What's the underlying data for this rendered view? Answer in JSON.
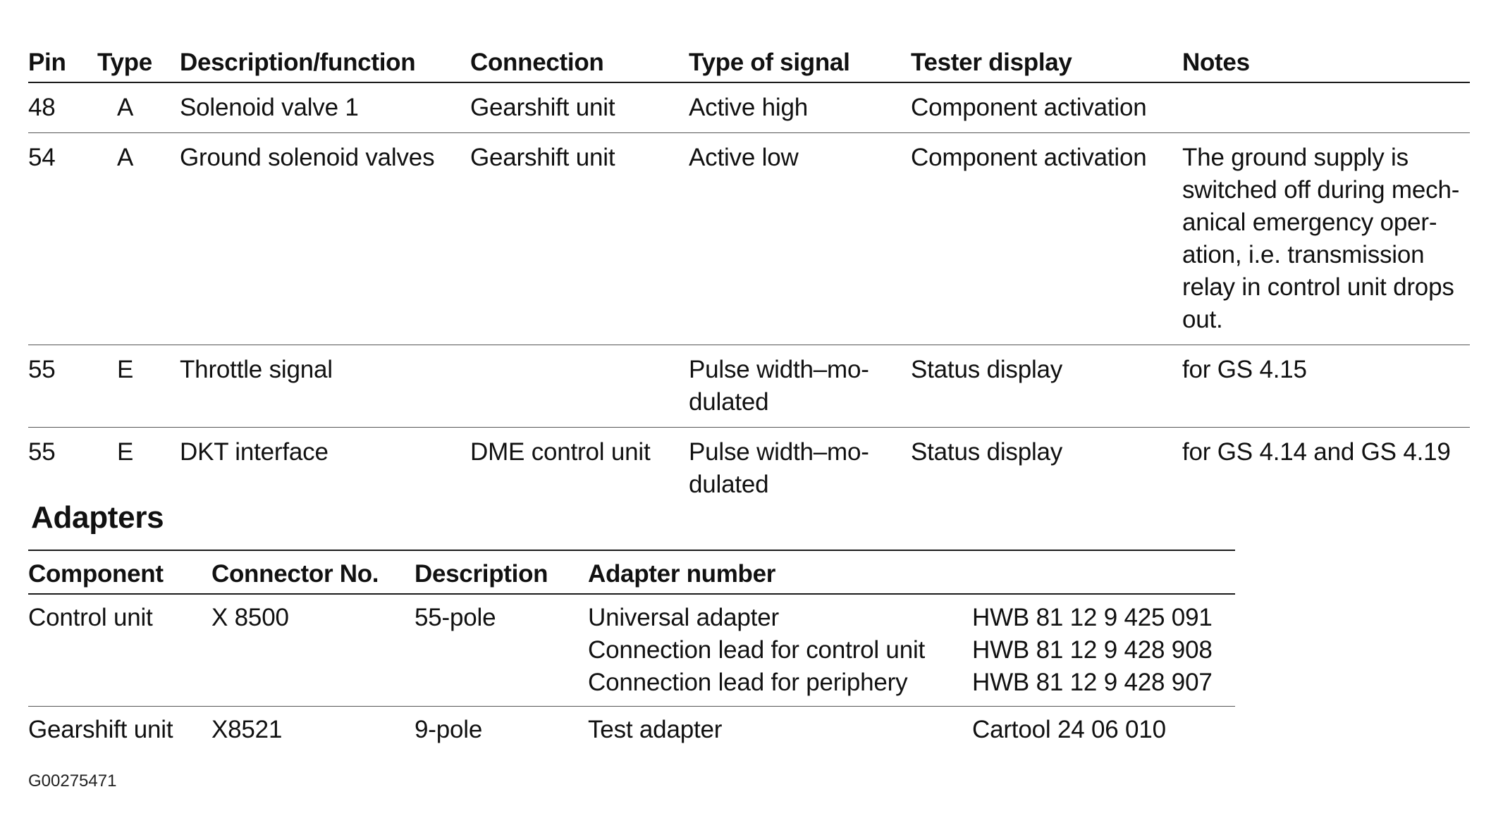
{
  "pin_table": {
    "headers": [
      "Pin",
      "Type",
      "Description/function",
      "Connection",
      "Type of signal",
      "Tester display",
      "Notes"
    ],
    "rows": [
      {
        "pin": "48",
        "type": "A",
        "description": "Solenoid valve 1",
        "connection": "Gearshift unit",
        "signal": "Active high",
        "tester": "Component activation",
        "notes": ""
      },
      {
        "pin": "54",
        "type": "A",
        "description": "Ground solenoid valves",
        "connection": "Gearshift unit",
        "signal": "Active low",
        "tester": "Component activation",
        "notes": "The ground supply is switched off during mech-anical emergency oper-ation, i.e. transmission relay in control unit drops out."
      },
      {
        "pin": "55",
        "type": "E",
        "description": "Throttle signal",
        "connection": "",
        "signal": "Pulse width–mo-dulated",
        "tester": "Status display",
        "notes": "for GS 4.15"
      },
      {
        "pin": "55",
        "type": "E",
        "description": "DKT interface",
        "connection": "DME control unit",
        "signal": "Pulse width–mo-dulated",
        "tester": "Status display",
        "notes": "for GS 4.14 and GS 4.19"
      }
    ]
  },
  "adapters": {
    "title": "Adapters",
    "headers": [
      "Component",
      "Connector No.",
      "Description",
      "Adapter number"
    ],
    "rows": [
      {
        "component": "Control unit",
        "connector": "X 8500",
        "description": "55-pole",
        "items": [
          {
            "name": "Universal adapter",
            "number": "HWB 81 12 9 425 091"
          },
          {
            "name": "Connection lead for control unit",
            "number": "HWB 81 12 9 428 908"
          },
          {
            "name": "Connection lead for periphery",
            "number": "HWB 81 12 9 428 907"
          }
        ]
      },
      {
        "component": "Gearshift unit",
        "connector": "X8521",
        "description": "9-pole",
        "items": [
          {
            "name": "Test adapter",
            "number": "Cartool 24 06 010"
          }
        ]
      }
    ]
  },
  "reference_code": "G00275471"
}
